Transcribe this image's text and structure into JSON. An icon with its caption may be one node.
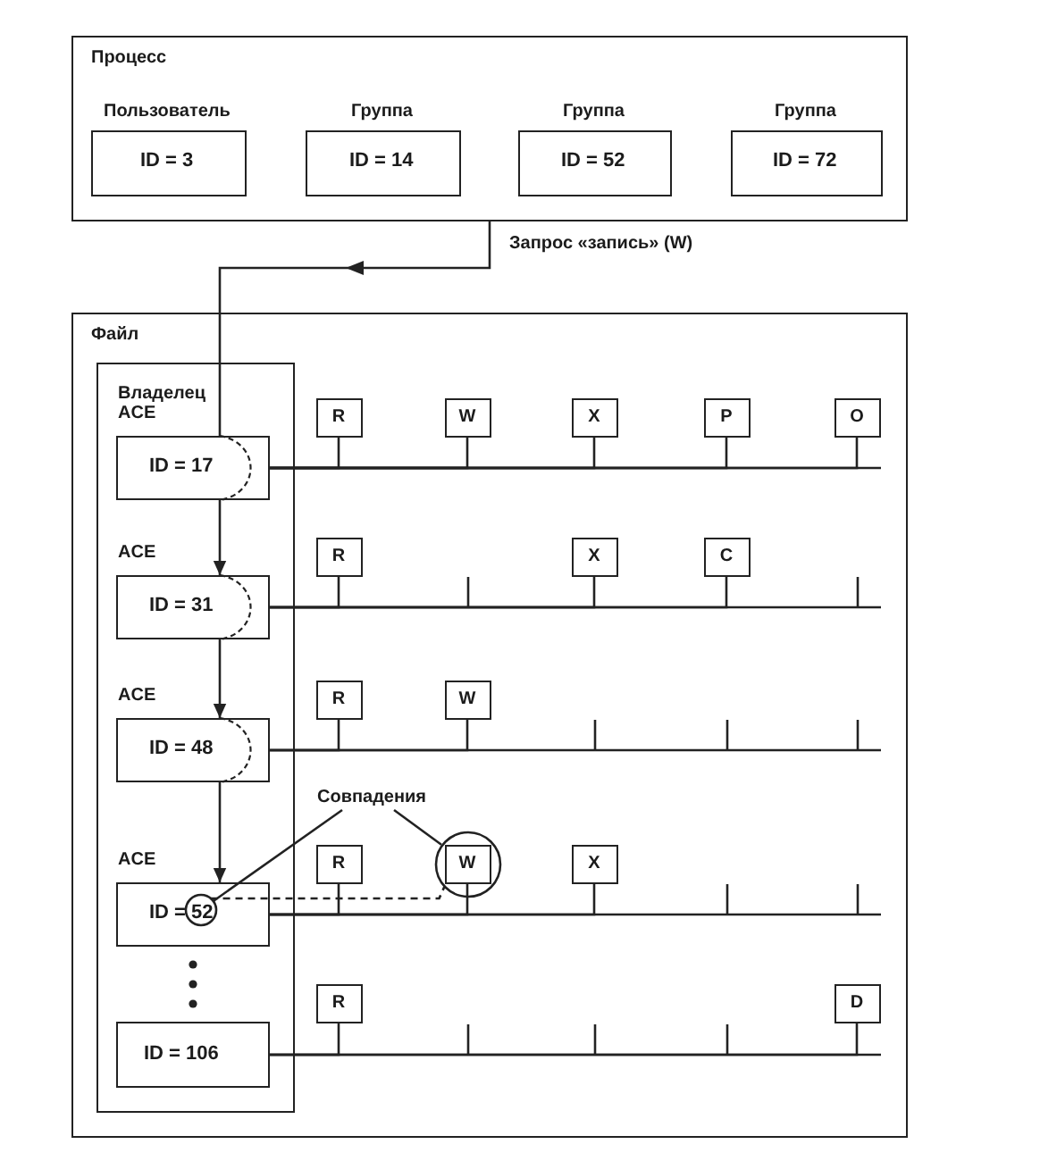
{
  "diagram": {
    "nodes": [
      {
        "text": [
          "Процесс"
        ]
      },
      {
        "text": [
          "Пользователь",
          "ID = 3"
        ],
        "in": 0
      },
      {
        "text": [
          "Группа",
          "ID = 14"
        ],
        "in": 0
      },
      {
        "text": [
          "Группа",
          "ID = 52"
        ],
        "in": 0
      },
      {
        "text": [
          "Группа",
          "ID = 72"
        ],
        "in": 0
      },
      {
        "text": [
          "Файл"
        ]
      },
      {
        "text": [],
        "shape": "box",
        "in": 5
      },
      {
        "text": [
          "Владелец ACE",
          "ID = 17"
        ],
        "in": 6
      },
      {
        "text": [
          "ACE",
          "ID = 31"
        ],
        "in": 6
      },
      {
        "text": [
          "ACE",
          "ID = 48"
        ],
        "in": 6
      },
      {
        "text": [
          "ACE",
          "ID = 52"
        ],
        "in": 6
      },
      {
        "text": [
          "ID = 106"
        ],
        "in": 6
      },
      {
        "text": [],
        "shape": "circle",
        "in": 10
      },
      {
        "text": [
          "R"
        ],
        "in": 5
      },
      {
        "text": [
          "W"
        ],
        "in": 5
      },
      {
        "text": [
          "X"
        ],
        "in": 5
      },
      {
        "text": [
          "P"
        ],
        "in": 5
      },
      {
        "text": [
          "O"
        ],
        "in": 5
      },
      {
        "text": [
          "R"
        ],
        "in": 5
      },
      {
        "text": [
          "X"
        ],
        "in": 5
      },
      {
        "text": [
          "C"
        ],
        "in": 5
      },
      {
        "text": [
          "R"
        ],
        "in": 5
      },
      {
        "text": [
          "W"
        ],
        "in": 5
      },
      {
        "text": [
          "Совпадения"
        ],
        "in": 5
      },
      {
        "text": [
          "R"
        ],
        "in": 5
      },
      {
        "text": [],
        "shape": "circle",
        "in": 5
      },
      {
        "text": [
          "W"
        ],
        "in": 25
      },
      {
        "text": [
          "X"
        ],
        "in": 5
      },
      {
        "text": [
          "R"
        ],
        "in": 5
      },
      {
        "text": [
          "D"
        ],
        "in": 5
      }
    ],
    "edges": [
      {
        "from": 0,
        "to": 7,
        "arrow": "to",
        "label": "Запрос «запись» (W)"
      },
      {
        "from": 7,
        "to": 8,
        "arrow": "to"
      },
      {
        "from": 8,
        "to": 9,
        "arrow": "to"
      },
      {
        "from": 9,
        "to": 10,
        "arrow": "to"
      },
      {
        "from": 7,
        "to": 13,
        "arrow": "none"
      },
      {
        "from": 7,
        "to": 14,
        "arrow": "none"
      },
      {
        "from": 7,
        "to": 15,
        "arrow": "none"
      },
      {
        "from": 7,
        "to": 16,
        "arrow": "none"
      },
      {
        "from": 7,
        "to": 17,
        "arrow": "none"
      },
      {
        "from": 8,
        "to": 18,
        "arrow": "none"
      },
      {
        "from": 8,
        "to": 19,
        "arrow": "none"
      },
      {
        "from": 8,
        "to": 20,
        "arrow": "none"
      },
      {
        "from": 9,
        "to": 21,
        "arrow": "none"
      },
      {
        "from": 9,
        "to": 22,
        "arrow": "none"
      },
      {
        "from": 10,
        "to": 24,
        "arrow": "none"
      },
      {
        "from": 10,
        "to": 26,
        "arrow": "none"
      },
      {
        "from": 10,
        "to": 27,
        "arrow": "none"
      },
      {
        "from": 11,
        "to": 28,
        "arrow": "none"
      },
      {
        "from": 11,
        "to": 29,
        "arrow": "none"
      },
      {
        "from": 23,
        "to": 12,
        "arrow": "none"
      },
      {
        "from": 23,
        "to": 25,
        "arrow": "none"
      },
      {
        "from": 12,
        "to": 25,
        "arrow": "none",
        "style": "dashed"
      }
    ]
  }
}
